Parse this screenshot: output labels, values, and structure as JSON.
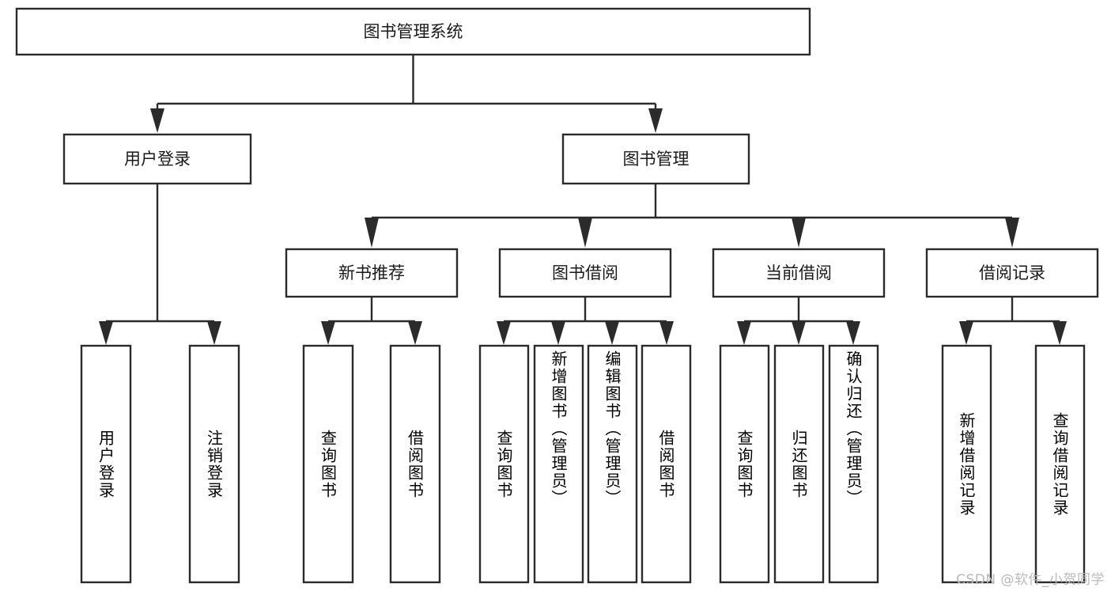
{
  "diagram": {
    "title": "图书管理系统",
    "type": "tree-hierarchy",
    "orientation": "top-down",
    "levels": 4,
    "colors": {
      "box_stroke": "#2b2b2b",
      "box_fill": "#ffffff",
      "connector": "#2b2b2b",
      "text": "#1a1a1a",
      "watermark": "#b9b9b9",
      "background": "#ffffff"
    },
    "root": {
      "id": "root",
      "label": "图书管理系统",
      "text_orientation": "horizontal"
    },
    "level2": [
      {
        "id": "user-login",
        "label": "用户登录",
        "text_orientation": "horizontal"
      },
      {
        "id": "book-management",
        "label": "图书管理",
        "text_orientation": "horizontal"
      }
    ],
    "level3": [
      {
        "id": "new-book-recommend",
        "label": "新书推荐",
        "parent": "book-management",
        "text_orientation": "horizontal"
      },
      {
        "id": "book-borrow",
        "label": "图书借阅",
        "parent": "book-management",
        "text_orientation": "horizontal"
      },
      {
        "id": "current-borrow",
        "label": "当前借阅",
        "parent": "book-management",
        "text_orientation": "horizontal"
      },
      {
        "id": "borrow-record",
        "label": "借阅记录",
        "parent": "book-management",
        "text_orientation": "horizontal"
      }
    ],
    "leaves": [
      {
        "id": "leaf-user-login",
        "label": "用户登录",
        "parent": "user-login",
        "text_orientation": "vertical"
      },
      {
        "id": "leaf-user-logout",
        "label": "注销登录",
        "parent": "user-login",
        "text_orientation": "vertical"
      },
      {
        "id": "leaf-query-book-1",
        "label": "查询图书",
        "parent": "new-book-recommend",
        "text_orientation": "vertical"
      },
      {
        "id": "leaf-borrow-book-1",
        "label": "借阅图书",
        "parent": "new-book-recommend",
        "text_orientation": "vertical"
      },
      {
        "id": "leaf-query-book-2",
        "label": "查询图书",
        "parent": "book-borrow",
        "text_orientation": "vertical"
      },
      {
        "id": "leaf-add-book",
        "label": "新增图书（管理员）",
        "parent": "book-borrow",
        "text_orientation": "vertical"
      },
      {
        "id": "leaf-edit-book",
        "label": "编辑图书（管理员）",
        "parent": "book-borrow",
        "text_orientation": "vertical"
      },
      {
        "id": "leaf-borrow-book-2",
        "label": "借阅图书",
        "parent": "book-borrow",
        "text_orientation": "vertical"
      },
      {
        "id": "leaf-query-book-3",
        "label": "查询图书",
        "parent": "current-borrow",
        "text_orientation": "vertical"
      },
      {
        "id": "leaf-return-book",
        "label": "归还图书",
        "parent": "current-borrow",
        "text_orientation": "vertical"
      },
      {
        "id": "leaf-confirm-return",
        "label": "确认归还（管理员）",
        "parent": "current-borrow",
        "text_orientation": "vertical"
      },
      {
        "id": "leaf-add-record",
        "label": "新增借阅记录",
        "parent": "borrow-record",
        "text_orientation": "vertical"
      },
      {
        "id": "leaf-query-record",
        "label": "查询借阅记录",
        "parent": "borrow-record",
        "text_orientation": "vertical"
      }
    ],
    "watermark": "CSDN @软件_小贺同学"
  }
}
